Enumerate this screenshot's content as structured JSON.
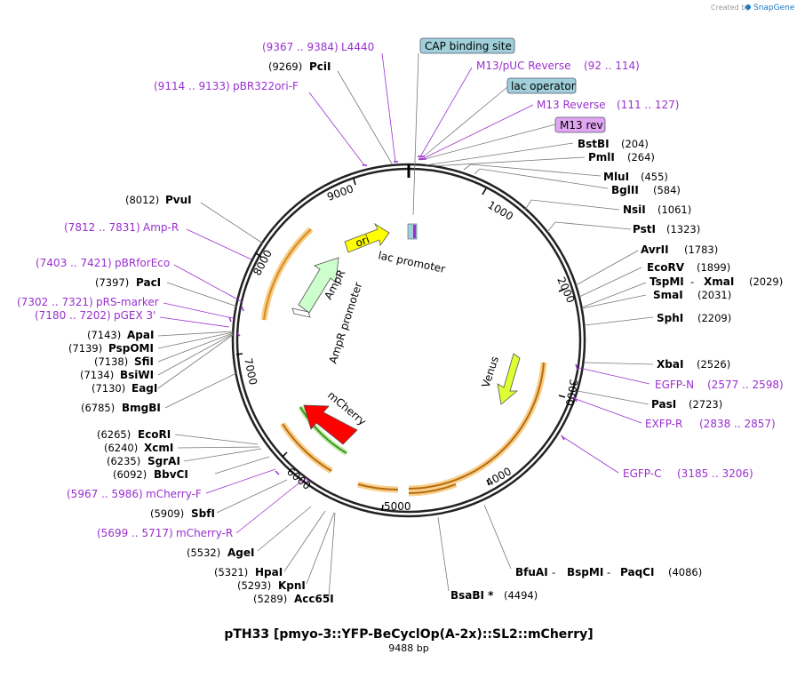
{
  "credit": {
    "text": "Created by",
    "brand": "SnapGene"
  },
  "title": "pTH33 [pmyo-3::YFP-BeCyclOp(A-2x)::SL2::mCherry]",
  "length": "9488 bp",
  "ticks": [
    "1000",
    "2000",
    "3000",
    "4000",
    "5000",
    "6000",
    "7000",
    "8000",
    "9000"
  ],
  "features": {
    "ori": "ori",
    "lac": "lac promoter",
    "ampr": "AmpR",
    "amprp": "AmpR promoter",
    "venus": "Venus",
    "mcherry": "mCherry"
  },
  "boxed": {
    "cap": "CAP binding site",
    "lacop": "lac operator",
    "m13rev": "M13 rev"
  },
  "colors": {
    "ring": "#222222",
    "primer": "#9a2fcf",
    "orange": "#f0a030",
    "cap": "#9fd0da",
    "m13rev": "#e0a6f0",
    "ori": "#ffff00",
    "ampr": "#ccffcc",
    "venus": "#ddff33",
    "mcherry": "#ff0000"
  },
  "left_sites": [
    {
      "pos": "(9367 .. 9384)",
      "name": "L4440",
      "kind": "primer"
    },
    {
      "pos": "(9269)",
      "name": "PciI",
      "kind": "site"
    },
    {
      "pos": "(9114 .. 9133)",
      "name": "pBR322ori-F",
      "kind": "primer"
    },
    {
      "pos": "(8012)",
      "name": "PvuI",
      "kind": "site"
    },
    {
      "pos": "(7812 .. 7831)",
      "name": "Amp-R",
      "kind": "primer"
    },
    {
      "pos": "(7403 .. 7421)",
      "name": "pBRforEco",
      "kind": "primer"
    },
    {
      "pos": "(7397)",
      "name": "PacI",
      "kind": "site"
    },
    {
      "pos": "(7302 .. 7321)",
      "name": "pRS-marker",
      "kind": "primer"
    },
    {
      "pos": "(7180 .. 7202)",
      "name": "pGEX 3'",
      "kind": "primer"
    },
    {
      "pos": "(7143)",
      "name": "ApaI",
      "kind": "site"
    },
    {
      "pos": "(7139)",
      "name": "PspOMI",
      "kind": "site"
    },
    {
      "pos": "(7138)",
      "name": "SfiI",
      "kind": "site"
    },
    {
      "pos": "(7134)",
      "name": "BsiWI",
      "kind": "site"
    },
    {
      "pos": "(7130)",
      "name": "EagI",
      "kind": "site"
    },
    {
      "pos": "(6785)",
      "name": "BmgBI",
      "kind": "site"
    },
    {
      "pos": "(6265)",
      "name": "EcoRI",
      "kind": "site"
    },
    {
      "pos": "(6240)",
      "name": "XcmI",
      "kind": "site"
    },
    {
      "pos": "(6235)",
      "name": "SgrAI",
      "kind": "site"
    },
    {
      "pos": "(6092)",
      "name": "BbvCI",
      "kind": "site"
    },
    {
      "pos": "(5967 .. 5986)",
      "name": "mCherry-F",
      "kind": "primer"
    },
    {
      "pos": "(5909)",
      "name": "SbfI",
      "kind": "site"
    },
    {
      "pos": "(5699 .. 5717)",
      "name": "mCherry-R",
      "kind": "primer"
    },
    {
      "pos": "(5532)",
      "name": "AgeI",
      "kind": "site"
    },
    {
      "pos": "(5321)",
      "name": "HpaI",
      "kind": "site"
    },
    {
      "pos": "(5293)",
      "name": "KpnI",
      "kind": "site"
    },
    {
      "pos": "(5289)",
      "name": "Acc65I",
      "kind": "site"
    }
  ],
  "right_sites": [
    {
      "name": "M13/pUC Reverse",
      "pos": "(92 .. 114)",
      "kind": "primer"
    },
    {
      "name": "M13 Reverse",
      "pos": "(111 .. 127)",
      "kind": "primer"
    },
    {
      "name": "BstBI",
      "pos": "(204)",
      "kind": "site"
    },
    {
      "name": "PmlI",
      "pos": "(264)",
      "kind": "site"
    },
    {
      "name": "MluI",
      "pos": "(455)",
      "kind": "site"
    },
    {
      "name": "BglII",
      "pos": "(584)",
      "kind": "site"
    },
    {
      "name": "NsiI",
      "pos": "(1061)",
      "kind": "site"
    },
    {
      "name": "PstI",
      "pos": "(1323)",
      "kind": "site"
    },
    {
      "name": "AvrII",
      "pos": "(1783)",
      "kind": "site"
    },
    {
      "name": "EcoRV",
      "pos": "(1899)",
      "kind": "site"
    },
    {
      "name": "TspMI",
      "sep": " - ",
      "name2": "XmaI",
      "pos": "(2029)",
      "kind": "site"
    },
    {
      "name": "SmaI",
      "pos": "(2031)",
      "kind": "site"
    },
    {
      "name": "SphI",
      "pos": "(2209)",
      "kind": "site"
    },
    {
      "name": "XbaI",
      "pos": "(2526)",
      "kind": "site"
    },
    {
      "name": "EGFP-N",
      "pos": "(2577 .. 2598)",
      "kind": "primer"
    },
    {
      "name": "PasI",
      "pos": "(2723)",
      "kind": "site"
    },
    {
      "name": "EXFP-R",
      "pos": "(2838 .. 2857)",
      "kind": "primer"
    },
    {
      "name": "EGFP-C",
      "pos": "(3185 .. 3206)",
      "kind": "primer"
    }
  ],
  "bottom_sites": [
    {
      "name": "BfuAI",
      "sep1": " - ",
      "name2": "BspMI",
      "sep2": " - ",
      "name3": "PaqCI",
      "pos": "(4086)"
    },
    {
      "name": "BsaBI *",
      "pos": "(4494)"
    }
  ]
}
